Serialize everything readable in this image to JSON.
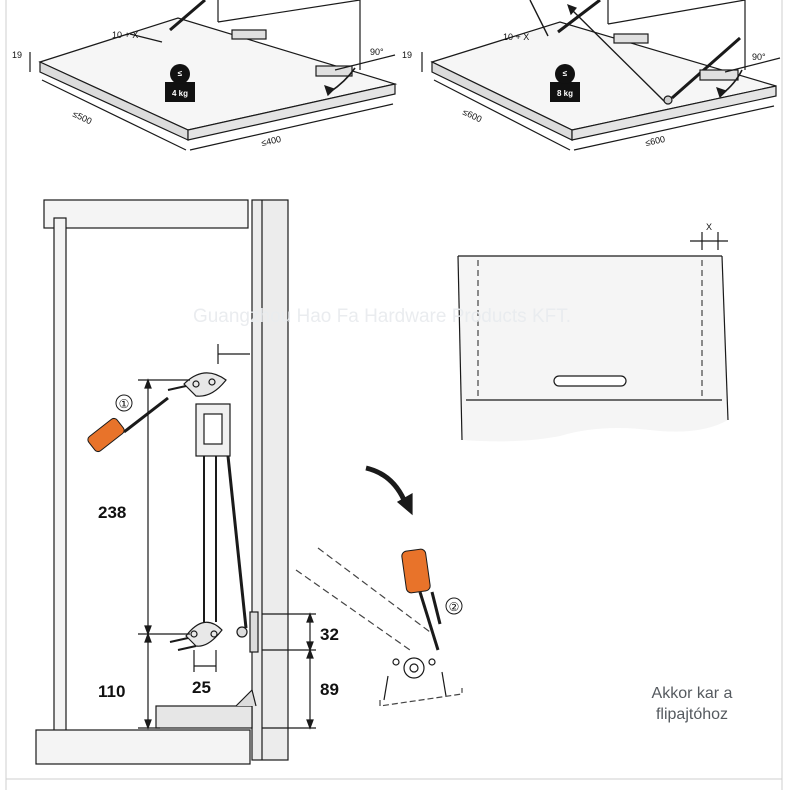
{
  "top_left": {
    "dims": {
      "thickness": "19",
      "offset": "10 + X",
      "angle": "90°",
      "depth": "≤500",
      "width": "≤400"
    },
    "weight": {
      "symbol": "≤",
      "label": "4 kg"
    }
  },
  "top_right": {
    "dims": {
      "thickness": "19",
      "offset": "10 + X",
      "angle": "90°",
      "depth": "≤600",
      "width": "≤600"
    },
    "weight": {
      "symbol": "≤",
      "label": "8 kg"
    }
  },
  "cabinet": {
    "dims": {
      "height_upper": "238",
      "height_lower": "110",
      "hole_spacing": "25",
      "bracket_offset": "32",
      "bracket_height": "89"
    },
    "steps": {
      "step1": "①",
      "step2": "②"
    }
  },
  "door_detail": {
    "gap_label": "X"
  },
  "watermark": "Guangzhou Hao Fa Hardware Products KFT.",
  "caption": {
    "line1": "Akkor kar a",
    "line2": "flipajtóhoz"
  },
  "colors": {
    "screwdriver_handle": "#e8732a",
    "line": "#1a1a1a",
    "dashed": "#444444",
    "caption": "#555a5f"
  }
}
